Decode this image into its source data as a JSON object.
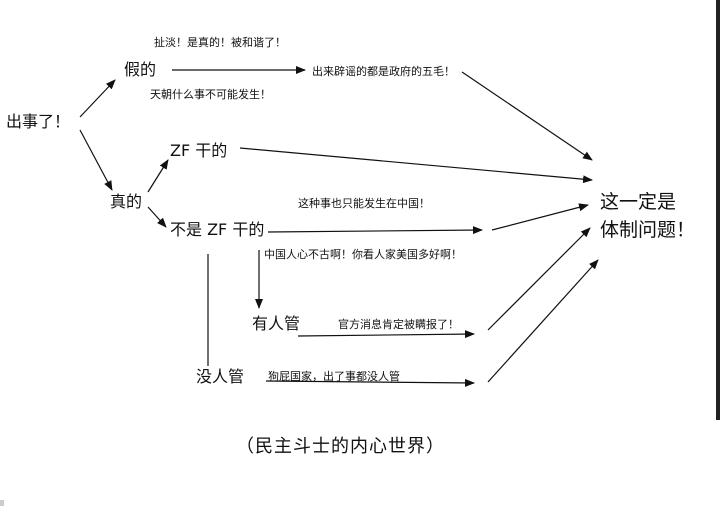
{
  "diagram": {
    "nodes": {
      "root": "出事了！",
      "fake": "假的",
      "real": "真的",
      "zf_did": "ZF 干的",
      "not_zf": "不是 ZF 干的",
      "someone_cares": "有人管",
      "no_one_cares": "没人管",
      "result_line1": "这一定是",
      "result_line2": "体制问题！"
    },
    "notes": {
      "fake_above": "扯淡！是真的！被和谐了！",
      "fake_below": "天朝什么事不可能发生！",
      "fake_arrow": "出来辟谣的都是政府的五毛！",
      "not_zf_above": "这种事也只能发生在中国！",
      "not_zf_below": "中国人心不古啊！你看人家美国多好啊！",
      "someone_cares_arrow": "官方消息肯定被瞒报了！",
      "no_one_cares_arrow": "狗屁国家，出了事都没人管"
    },
    "caption": "（民主斗士的内心世界）"
  }
}
